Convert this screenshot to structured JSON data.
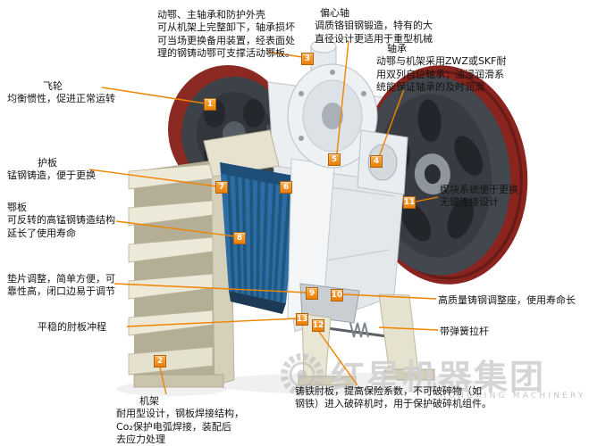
{
  "colors": {
    "accent_orange": "#f08300",
    "marker_orange": "#ea7e06",
    "flywheel_dark": "#43484f",
    "flywheel_rim_red": "#8a241f",
    "jaw_plate_blue": "#2d6da5",
    "frame_beige": "#ece9d8",
    "watermark_gray": "#bbbbbb",
    "text": "#141414"
  },
  "labels": {
    "moving_jaw": {
      "lines": [
        "动鄂、主轴承和防护外壳",
        "可从机架上完整卸下，轴承损坏",
        "可当场更换备用装置，经表面处",
        "理的钢铸动鄂可支撑活动鄂板。"
      ]
    },
    "eccentric_shaft": {
      "lines": [
        "偏心轴",
        "调质铬钼钢锻造，特有的大",
        "直径设计更适用于重型机械"
      ]
    },
    "bearing": {
      "lines": [
        "轴承",
        "动鄂与机架采用ZWZ或SKF耐",
        "用双列自位轴承；油浸润滑系",
        "统能保证轴承的及时润滑"
      ]
    },
    "flywheel": {
      "lines": [
        "飞轮",
        "均衡惯性，促进正常运转"
      ]
    },
    "guard_plate": {
      "lines": [
        "护板",
        "锰钢铸造，便于更换"
      ]
    },
    "jaw_plate": {
      "lines": [
        "鄂板",
        "可反转的高锰钢铸造结构",
        "延长了使用寿命"
      ]
    },
    "shim_adjust": {
      "lines": [
        "垫片调整，简单方便，可",
        "靠性高，闭口边易于调节"
      ]
    },
    "toggle_stroke": {
      "lines": [
        "平稳的肘板冲程"
      ]
    },
    "frame": {
      "lines": [
        "机架",
        "耐用型设计，钢板焊接结构，",
        "Co₂保护电弧焊接，装配后",
        "去应力处理"
      ]
    },
    "toggle_plate": {
      "lines": [
        "铸铁肘板，提高保险系数，不可破碎物（如",
        "钢铁）进入破碎机时，用于保护破碎机组件。"
      ]
    },
    "wedge_system": {
      "lines": [
        "楔块系统便于更换",
        "无键连接设计"
      ]
    },
    "adjust_seat": {
      "lines": [
        "高质量铸钢调整座，使用寿命长"
      ]
    },
    "spring_rod": {
      "lines": [
        "带弹簧拉杆"
      ]
    }
  },
  "markers": [
    "1",
    "2",
    "3",
    "4",
    "5",
    "6",
    "7",
    "8",
    "9",
    "10",
    "11",
    "12",
    "13"
  ],
  "watermark": {
    "brand": "红星机器集团",
    "brand_en": "HONGXING MACHINERY GROUP"
  }
}
